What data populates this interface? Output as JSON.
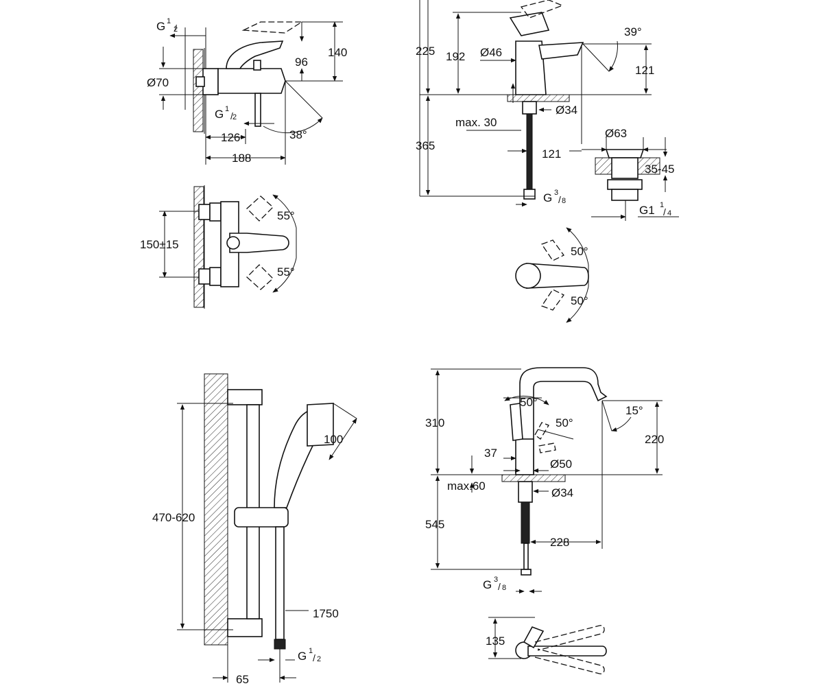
{
  "bath_mixer": {
    "thread_top_main": "G",
    "thread_top_sup": "1",
    "thread_top_sub": "2",
    "dim_height": "140",
    "dim_spout": "96",
    "dim_rosette": "Ø70",
    "thread_bottom_main": "G",
    "thread_bottom_sup": "1",
    "thread_bottom_sub": "2",
    "dim_angle": "38°",
    "dim_depth_inner": "126",
    "dim_depth_total": "188"
  },
  "bath_mixer_top": {
    "dim_centers": "150±15",
    "angle_upper": "55°",
    "angle_lower": "55°"
  },
  "basin_mixer": {
    "dim_total_height": "225",
    "dim_body_height": "192",
    "dim_body_diameter": "Ø46",
    "dim_angle": "39°",
    "dim_spout_height": "121",
    "dim_hole_diameter": "Ø34",
    "dim_max_deck": "max. 30",
    "dim_hose_length": "365",
    "dim_projection": "121",
    "thread_main": "G",
    "thread_sup": "3",
    "thread_sub": "8"
  },
  "basin_waste": {
    "dim_diameter": "Ø63",
    "dim_range": "35-45",
    "thread_main": "G1",
    "thread_sup": "1",
    "thread_sub": "4"
  },
  "basin_mixer_top": {
    "angle_upper": "50°",
    "angle_lower": "50°"
  },
  "shower_set": {
    "dim_rail_range": "470-620",
    "dim_head": "100",
    "dim_hose": "1750",
    "dim_offset": "65",
    "thread_main": "G",
    "thread_sup": "1",
    "thread_sub": "2"
  },
  "kitchen_mixer": {
    "dim_total_height": "310",
    "angle_lever_1": "50°",
    "angle_lever_2": "50°",
    "angle_spout": "15°",
    "dim_spout_height": "220",
    "dim_lever_offset": "37",
    "dim_base_diameter": "Ø50",
    "dim_max_deck": "max.60",
    "dim_hole_diameter": "Ø34",
    "dim_hose_length": "545",
    "dim_reach": "228",
    "thread_main": "G",
    "thread_sup": "3",
    "thread_sub": "8",
    "dim_top_view": "135"
  }
}
